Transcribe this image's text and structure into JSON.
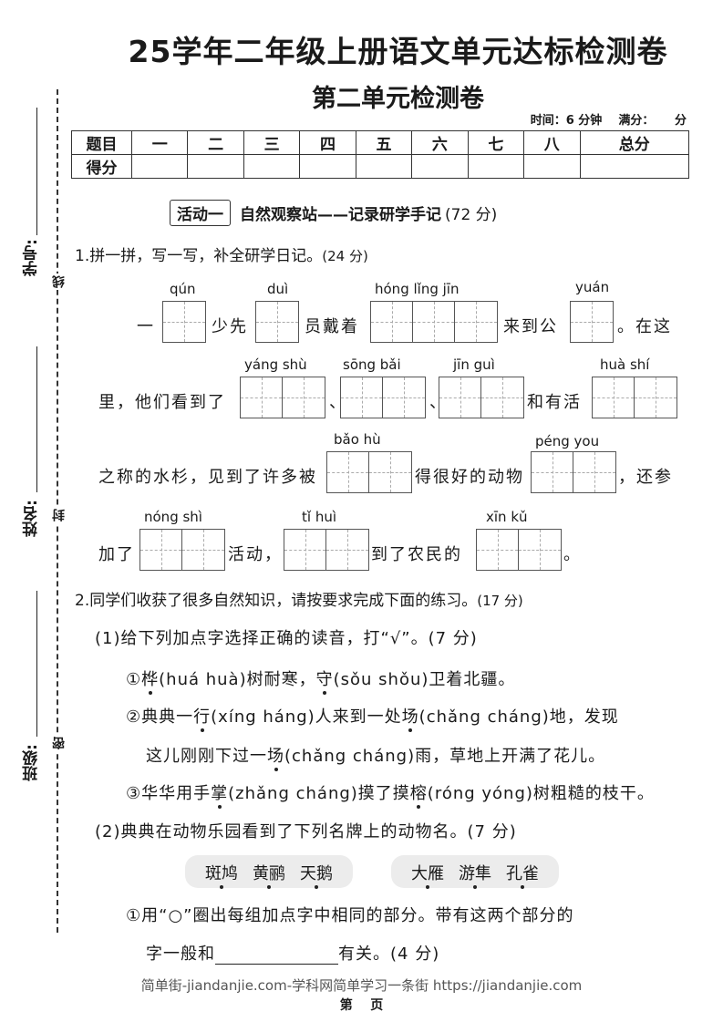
{
  "title": "25学年二年级上册语文单元达标检测卷",
  "subtitle": "第二单元检测卷",
  "meta": "时间：6 分钟    满分：     分",
  "binding": {
    "xuehao": "学号:",
    "xingming": "姓名:",
    "banji": "班级:",
    "seal_xian": "线",
    "seal_feng": "封",
    "seal_mi": "密"
  },
  "score_table": {
    "headers": [
      "题目",
      "一",
      "二",
      "三",
      "四",
      "五",
      "六",
      "七",
      "八",
      "总分"
    ],
    "row_label": "得分"
  },
  "activity": {
    "tag": "活动一",
    "title": "自然观察站——记录研学手记",
    "score": "(72 分)"
  },
  "q1": {
    "label": "1.拼一拼，写一写，补全研学日记。",
    "score": "(24 分)",
    "line1": {
      "t1": "一",
      "p1": "qún",
      "t2": "少先",
      "p2": "duì",
      "t3": "员戴着",
      "p3": "hóng  lǐng    jīn",
      "t4": "来到公",
      "p4": "yuán",
      "t5": "。在这"
    },
    "line2": {
      "t1": "里，他们看到了",
      "p1": "yáng  shù",
      "t2": "、",
      "p2": "sōng   bǎi",
      "t3": "、",
      "p3": "jīn    guì",
      "t4": "和有活",
      "p4": "huà    shí"
    },
    "line3": {
      "t1": "之称的水杉，见到了许多被",
      "p1": "bǎo    hù",
      "t2": "得很好的动物",
      "p2": "péng  you",
      "t3": "，还参"
    },
    "line4": {
      "t1": "加了",
      "p1": "nóng  shì",
      "t2": "活动，",
      "p2": "tǐ     huì",
      "t3": "到了农民的",
      "p3": "xīn    kǔ",
      "t4": "。"
    }
  },
  "q2": {
    "label": "2.同学们收获了很多自然知识，请按要求完成下面的练习。",
    "score": "(17 分)",
    "sub1": "(1)给下列加点字选择正确的读音，打“√”。(7 分)",
    "item1": {
      "a": "①",
      "b": "桦",
      "c": "(huá    huà)树耐寒，",
      "d": "守",
      "e": "(sǒu    shǒu)卫着北疆。"
    },
    "item2": {
      "a": "②典典一",
      "b": "行",
      "c": "(xíng    háng)人来到一处",
      "d": "场",
      "e": "(chǎng    cháng)地，发现"
    },
    "item2b": {
      "a": "这儿刚刚下过一",
      "b": "场",
      "c": "(chǎng    cháng)雨，草地上开满了花儿。"
    },
    "item3": {
      "a": "③华华用手",
      "b": "掌",
      "c": "(zhǎng    cháng)摸了摸",
      "d": "榕",
      "e": "(róng    yóng)树粗糙的枝干。"
    },
    "sub2": "(2)典典在动物乐园看到了下列名牌上的动物名。(7 分)",
    "group1": [
      "斑鸠",
      "黄鹂",
      "天鹅"
    ],
    "group2": [
      "大雁",
      "游隼",
      "孔雀"
    ],
    "item4": "①用“○”圈出每组加点字中相同的部分。带有这两个部分的",
    "item4b_pre": "字一般和",
    "item4b_post": "有关。(4 分)"
  },
  "footer": "简单街-jiandanjie.com-学科网简单学习一条街 https://jiandanjie.com",
  "page_no": "第    页"
}
